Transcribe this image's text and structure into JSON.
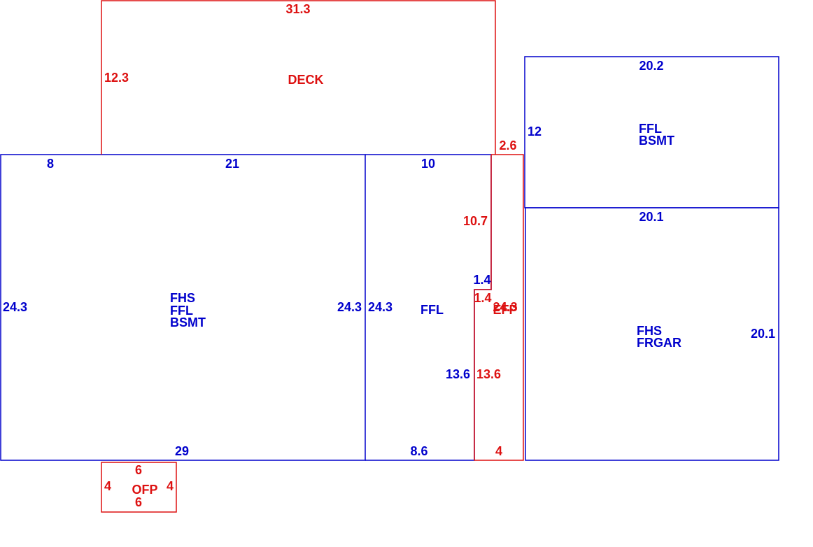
{
  "colors": {
    "blue": "#0000cc",
    "red": "#dd1111"
  },
  "areas": [
    {
      "key": "main",
      "color": "blue",
      "lines": [
        "FHS",
        "FFL",
        "BSMT"
      ],
      "dims": [
        "8",
        "21",
        "24.3",
        "24.3",
        "29"
      ]
    },
    {
      "key": "ffl",
      "color": "blue",
      "lines": [
        "FFL"
      ],
      "dims": [
        "10",
        "24.3",
        "1.4",
        "13.6",
        "8.6"
      ]
    },
    {
      "key": "deck",
      "color": "red",
      "lines": [
        "DECK"
      ],
      "dims": [
        "31.3",
        "12.3",
        "2.6",
        "10.7"
      ]
    },
    {
      "key": "efp",
      "color": "red",
      "lines": [
        "EFP"
      ],
      "dims": [
        "1.4",
        "24.3",
        "13.6",
        "4"
      ]
    },
    {
      "key": "bsmt",
      "color": "blue",
      "lines": [
        "FFL",
        "BSMT"
      ],
      "dims": [
        "20.2",
        "12"
      ]
    },
    {
      "key": "garage",
      "color": "blue",
      "lines": [
        "FHS",
        "FRGAR"
      ],
      "dims": [
        "20.1",
        "20.1"
      ]
    },
    {
      "key": "ofp",
      "color": "red",
      "lines": [
        "OFP"
      ],
      "dims": [
        "6",
        "4",
        "4",
        "6"
      ]
    }
  ]
}
